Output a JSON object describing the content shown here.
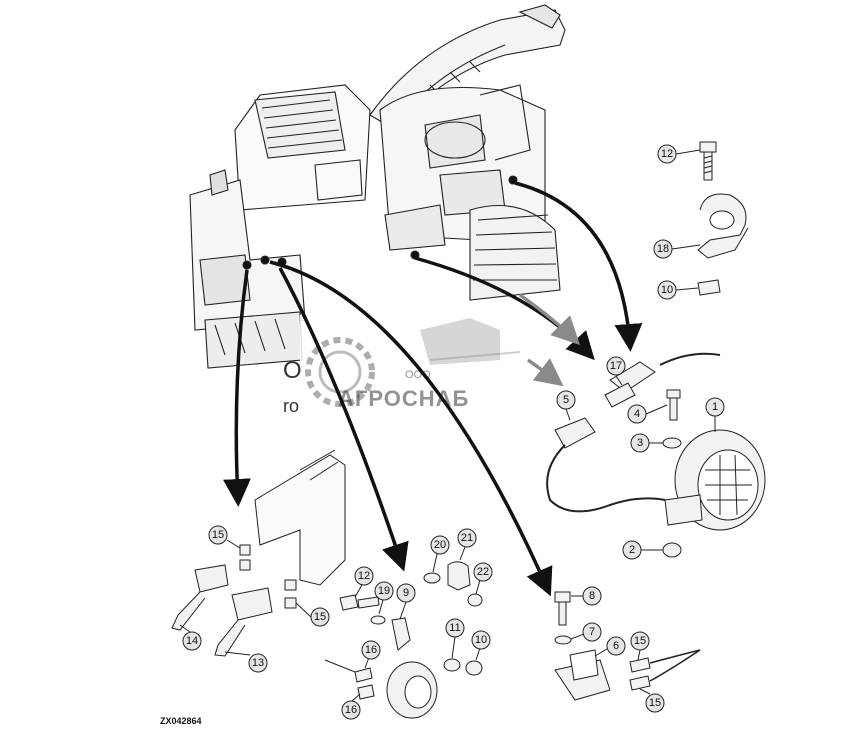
{
  "watermark": {
    "company_prefix": "ООО",
    "company_name": "АГРОСНАБ"
  },
  "figure_ref": "ZX042864",
  "callouts": [
    {
      "id": "c12a",
      "label": "12"
    },
    {
      "id": "c18",
      "label": "18"
    },
    {
      "id": "c10a",
      "label": "10"
    },
    {
      "id": "c17",
      "label": "17"
    },
    {
      "id": "c1",
      "label": "1"
    },
    {
      "id": "c4",
      "label": "4"
    },
    {
      "id": "c3",
      "label": "3"
    },
    {
      "id": "c5",
      "label": "5"
    },
    {
      "id": "c2",
      "label": "2"
    },
    {
      "id": "c15a",
      "label": "15"
    },
    {
      "id": "c15b",
      "label": "15"
    },
    {
      "id": "c14",
      "label": "14"
    },
    {
      "id": "c13",
      "label": "13"
    },
    {
      "id": "c20",
      "label": "20"
    },
    {
      "id": "c21",
      "label": "21"
    },
    {
      "id": "c22",
      "label": "22"
    },
    {
      "id": "c12b",
      "label": "12"
    },
    {
      "id": "c19",
      "label": "19"
    },
    {
      "id": "c9",
      "label": "9"
    },
    {
      "id": "c16a",
      "label": "16"
    },
    {
      "id": "c16b",
      "label": "16"
    },
    {
      "id": "c11",
      "label": "11"
    },
    {
      "id": "c10b",
      "label": "10"
    },
    {
      "id": "c8",
      "label": "8"
    },
    {
      "id": "c7",
      "label": "7"
    },
    {
      "id": "c6",
      "label": "6"
    },
    {
      "id": "c15c",
      "label": "15"
    },
    {
      "id": "c15d",
      "label": "15"
    }
  ]
}
